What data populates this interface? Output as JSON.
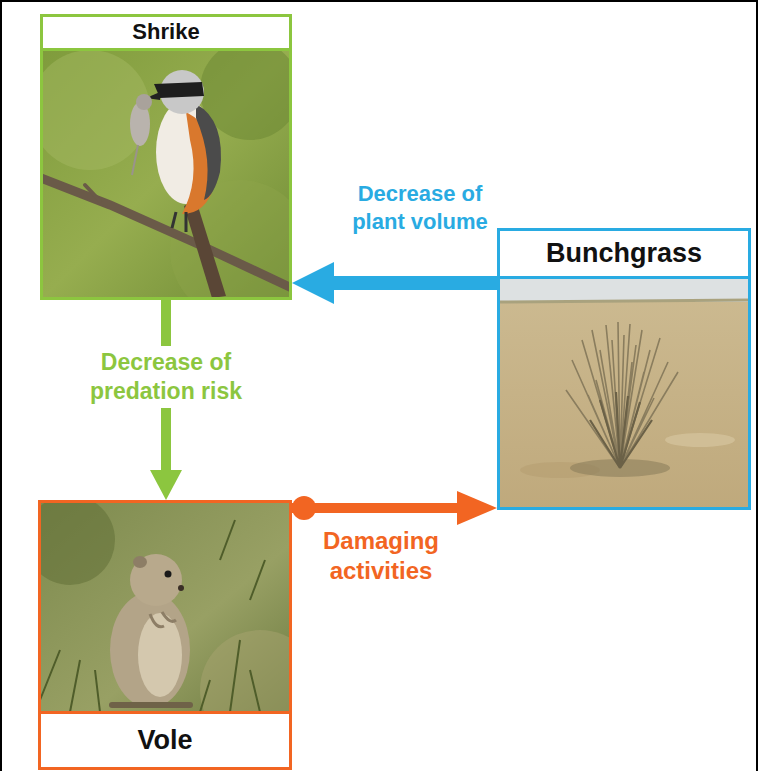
{
  "diagram": {
    "nodes": [
      {
        "text": [
          "Shrike"
        ]
      },
      {
        "text": [
          "Bunchgrass"
        ]
      },
      {
        "text": [
          "Vole"
        ]
      }
    ],
    "edges": [
      {
        "from": 1,
        "to": 0,
        "arrow": "to",
        "label": "Decrease of plant volume"
      },
      {
        "from": 0,
        "to": 2,
        "arrow": "to",
        "label": "Decrease of predation risk"
      },
      {
        "from": 2,
        "to": 1,
        "arrow": "to",
        "label": "Damaging activities"
      }
    ]
  }
}
